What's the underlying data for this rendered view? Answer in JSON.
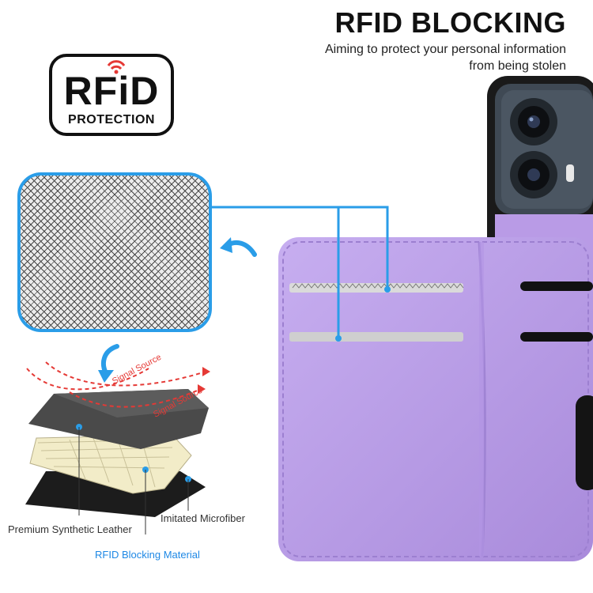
{
  "header": {
    "title": "RFID BLOCKING",
    "subtitle_line1": "Aiming to protect your personal information",
    "subtitle_line2": "from being stolen"
  },
  "badge": {
    "word": "RFiD",
    "caption": "PROTECTION"
  },
  "diagram": {
    "signal_label_1": "Signal Source",
    "signal_label_2": "Signal Source",
    "layer_labels": {
      "leather": "Premium Synthetic Leather",
      "microfiber": "Imitated Microfiber",
      "blocking": "RFID Blocking Material"
    }
  },
  "colors": {
    "accent_blue": "#2a9de8",
    "wallet_purple": "#b99be6",
    "signal_red": "#e53935"
  }
}
